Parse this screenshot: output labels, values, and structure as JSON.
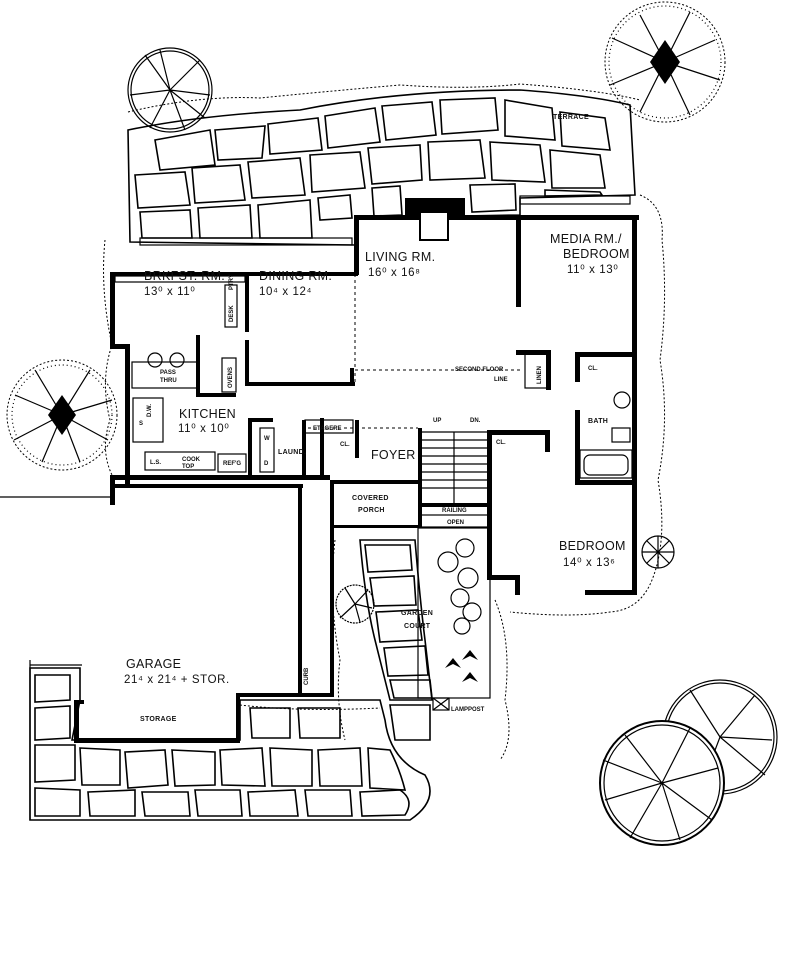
{
  "rooms": {
    "terrace": "TERRACE",
    "living": {
      "name": "LIVING RM.",
      "dims": "16⁰ x 16⁸"
    },
    "media": {
      "name_line1": "MEDIA RM./",
      "name_line2": "BEDROOM",
      "dims": "11⁰ x 13⁰"
    },
    "brkfst": {
      "name": "BRKFST. RM.",
      "dims": "13⁰ x 11⁰"
    },
    "dining": {
      "name": "DINING RM.",
      "dims": "10⁴ x 12⁴"
    },
    "kitchen": {
      "name": "KITCHEN",
      "dims": "11⁰ x 10⁰"
    },
    "bedroom": {
      "name": "BEDROOM",
      "dims": "14⁰ x 13⁶"
    },
    "garage": {
      "name": "GARAGE",
      "dims": "21⁴ x 21⁴ + STOR."
    },
    "foyer": "FOYER",
    "porch_line1": "COVERED",
    "porch_line2": "PORCH",
    "garden_line1": "GARDEN",
    "garden_line2": "COURT",
    "bath": "BATH",
    "laund": "LAUND."
  },
  "labels": {
    "second_floor_1": "SECOND FLOOR",
    "second_floor_2": "LINE",
    "linen": "LINEN",
    "cl": "CL.",
    "etagere": "ETAGERE",
    "up": "UP",
    "dn": "DN.",
    "railing": "RAILING",
    "open": "OPEN",
    "lamppost": "LAMPPOST",
    "storage": "STORAGE",
    "curb": "CURB",
    "desk": "DESK",
    "ptry": "PTRY",
    "ovens": "OVENS",
    "pass": "PASS",
    "thru": "THRU",
    "dw": "D.W.",
    "s": "S",
    "ls": "L.S.",
    "cook": "COOK",
    "top": "TOP",
    "refg": "REF'G",
    "d": "D",
    "w": "W"
  }
}
